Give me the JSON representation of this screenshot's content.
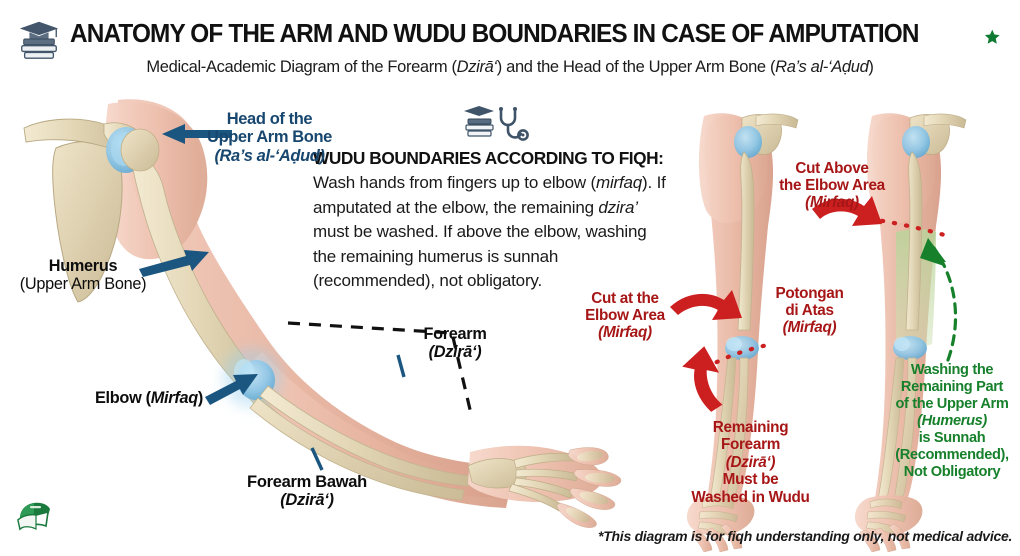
{
  "header": {
    "title": "ANATOMY OF THE ARM AND WUDU BOUNDARIES IN CASE OF AMPUTATION",
    "subtitle_part1": "Medical-Academic Diagram of the Forearm (",
    "subtitle_italic1": "Dzirā‘",
    "subtitle_part2": ") and the Head of the Upper Arm Bone (",
    "subtitle_italic2": "Ra’s al-‘Aḍud",
    "subtitle_part3": ")",
    "left_icon": "graduation-cap-books-icon",
    "right_icon": "crescent-star-icon"
  },
  "fiqh_panel": {
    "icon": "books-stethoscope-icon",
    "heading": "WUDU BOUNDARIES ACCORDING TO FIQH:",
    "line1_a": "Wash hands from fingers up to elbow (",
    "line1_i": "mirfaq",
    "line1_b": ").",
    "line2_a": "If amputated at the elbow, the remaining ",
    "line2_i": "dzira’",
    "line3": "must be washed. If above the elbow, washing",
    "line4": "the remaining humerus is sunnah",
    "line5": "(recommended), not obligatory."
  },
  "labels": {
    "head_of_humerus": {
      "line1": "Head of the",
      "line2": "Upper Arm Bone",
      "line3": "(Ra’s al-‘Aḍud)",
      "color": "#17466e"
    },
    "humerus": {
      "line1": "Humerus",
      "line2": "(Upper Arm Bone)",
      "color": "#0d0d0d"
    },
    "elbow": {
      "text_a": "Elbow (",
      "text_i": "Mirfaq",
      "text_b": ")",
      "color": "#0d0d0d"
    },
    "forearm": {
      "line1": "Forearm",
      "line2": "(Dzirā‘)",
      "color": "#0d0d0d"
    },
    "forearm_bawah": {
      "line1": "Forearm Bawah",
      "line2": "(Dzirā‘)",
      "color": "#0d0d0d"
    },
    "cut_at_elbow": {
      "line1": "Cut at the",
      "line2": "Elbow Area",
      "line3": "(Mirfaq)",
      "color": "#a71616"
    },
    "potongan_di_atas": {
      "line1": "Potongan",
      "line2": "di Atas",
      "line3": "(Mirfaq)",
      "color": "#a71616"
    },
    "cut_above_elbow": {
      "line1": "Cut Above",
      "line2": "the Elbow Area",
      "line3": "(Mirfaq)",
      "color": "#a71616"
    },
    "remaining_forearm": {
      "line1": "Remaining",
      "line2": "Forearm",
      "line3": "(Dzirā‘)",
      "line4": "Must be",
      "line5": "Washed in Wudu",
      "color": "#a71616"
    },
    "washing_remaining": {
      "line1": "Washing the",
      "line2": "Remaining Part",
      "line3": "of the Upper Arm",
      "line4": "(Humerus)",
      "line5": "is Sunnah",
      "line6": "(Recommended),",
      "line7": "Not Obligatory",
      "color": "#16802b"
    }
  },
  "footer": {
    "note": "*This diagram is for fiqh understanding only, not medical advice.",
    "icon": "green-book-icon"
  },
  "colors": {
    "blue_annotation": "#17466e",
    "red_annotation": "#a71616",
    "green_annotation": "#16802b",
    "bone": "#ddd2b4",
    "skin": "#e8b9a6",
    "cartilage": "#8cc6e8",
    "green_highlight": "#a8c98a"
  }
}
